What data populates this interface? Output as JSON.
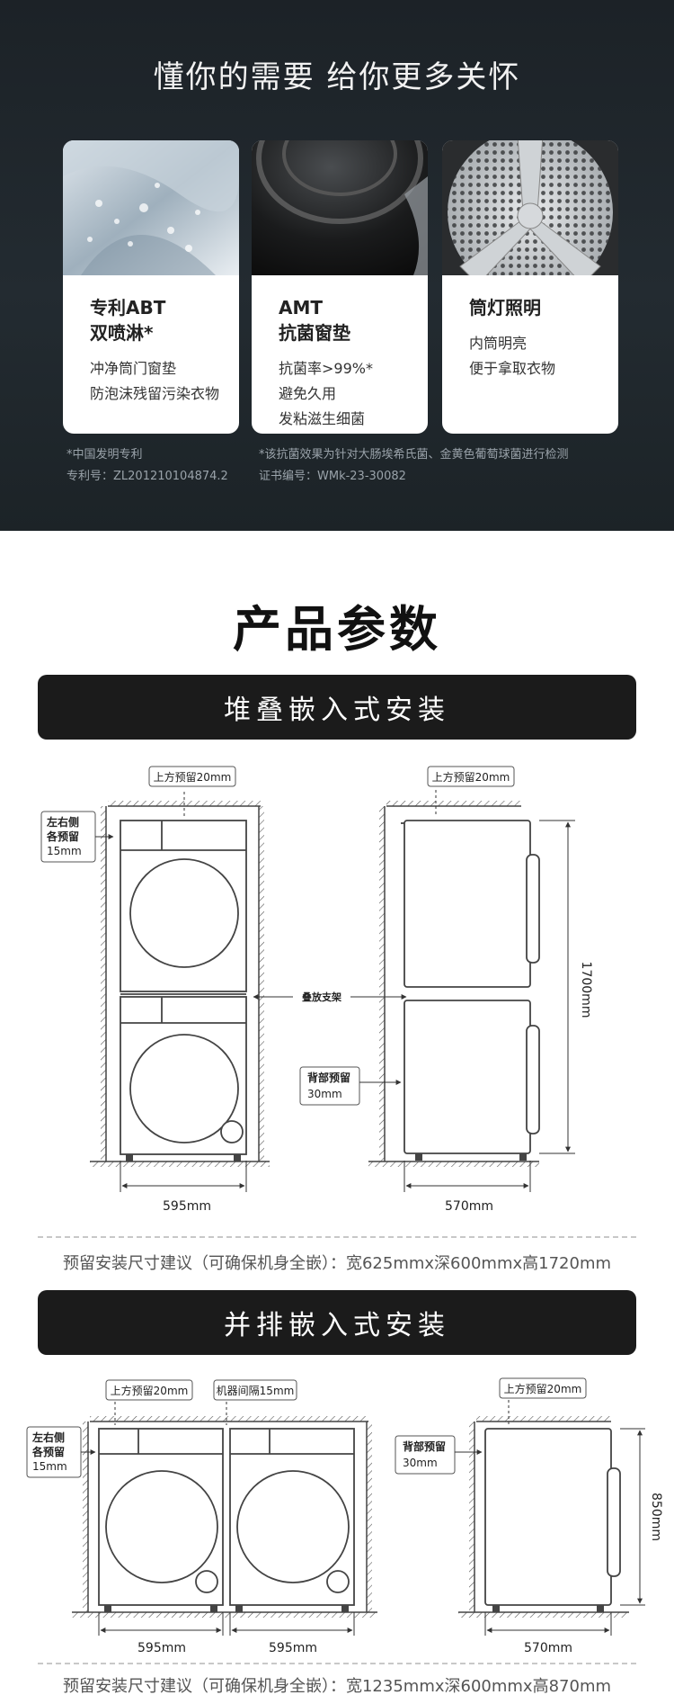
{
  "hero": {
    "title": "懂你的需要 给你更多关怀",
    "cards": [
      {
        "title1": "专利ABT",
        "title2": "双喷淋*",
        "lines": [
          "冲净筒门窗垫",
          "防泡沫残留污染衣物"
        ],
        "photo": "wet-door-gasket-photo"
      },
      {
        "title1": "AMT",
        "title2": "抗菌窗垫",
        "lines": [
          "抗菌率>99%*",
          "避免久用",
          "发粘滋生细菌"
        ],
        "photo": "black-gasket-photo"
      },
      {
        "title1": "筒灯照明",
        "title2": "",
        "lines": [
          "内筒明亮",
          "便于拿取衣物"
        ],
        "photo": "drum-light-photo"
      }
    ],
    "note_left": [
      "*中国发明专利",
      "专利号：ZL201210104874.2"
    ],
    "note_right": [
      "*该抗菌效果为针对大肠埃希氏菌、金黄色葡萄球菌进行检测",
      "证书编号：WMk-23-30082"
    ]
  },
  "params": {
    "title": "产品参数",
    "stacked": {
      "bar_label": "堆叠嵌入式安装",
      "top_clearance": "上方预留20mm",
      "side_clearance": [
        "左右侧",
        "各预留",
        "15mm"
      ],
      "bracket_label": "叠放支架",
      "back_clearance": [
        "背部预留",
        "30mm"
      ],
      "width": "595mm",
      "depth": "570mm",
      "height": "1700mm",
      "recommendation": "预留安装尺寸建议（可确保机身全嵌）：宽625mmx深600mmx高1720mm"
    },
    "side_by_side": {
      "bar_label": "并排嵌入式安装",
      "top_clearance": "上方预留20mm",
      "gap_label": "机器间隔15mm",
      "side_clearance": [
        "左右侧",
        "各预留",
        "15mm"
      ],
      "back_clearance": [
        "背部预留",
        "30mm"
      ],
      "width1": "595mm",
      "width2": "595mm",
      "depth": "570mm",
      "height": "850mm",
      "recommendation": "预留安装尺寸建议（可确保机身全嵌）：宽1235mmx深600mmx高870mm"
    }
  }
}
